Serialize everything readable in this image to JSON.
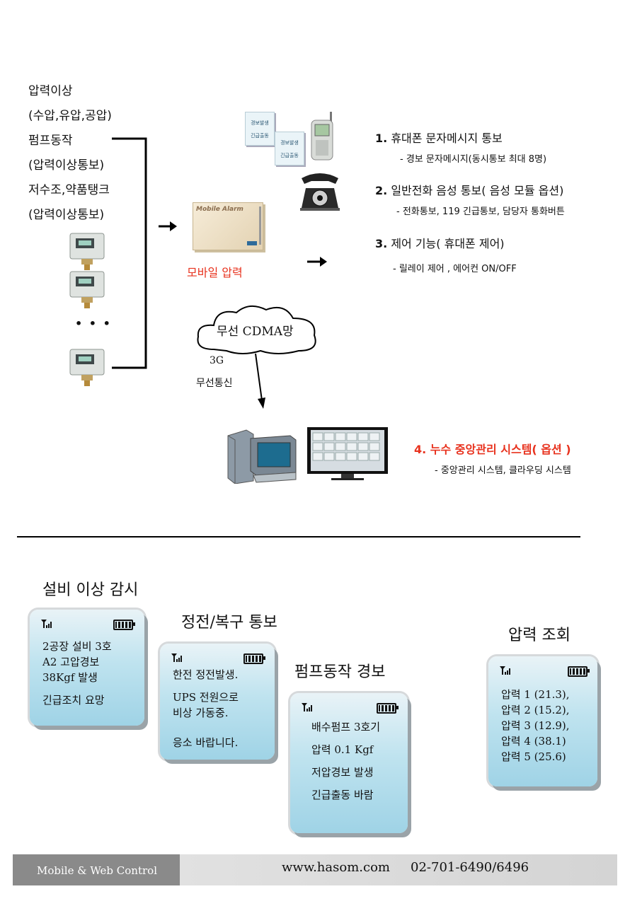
{
  "left_list": [
    "압력이상",
    "(수압,유압,공압)",
    "펌프동작",
    "(압력이상통보)",
    "저수조,약품탱크",
    "(압력이상통보)"
  ],
  "ellipsis": "• • •",
  "device_label": "Mobile Alarm",
  "device_caption": "모바일 압력",
  "card_label_top": "경보발생",
  "card_label_bottom": "긴급출동",
  "cloud_label": "무선 CDMA망",
  "wireless_label": [
    "3G",
    "무선통신"
  ],
  "features": [
    {
      "num": "1.",
      "title": "휴대폰 문자메시지  통보",
      "sub": "- 경보 문자메시지(동시통보 최대 8명)"
    },
    {
      "num": "2.",
      "title": "일반전화 음성 통보( 음성 모듈 옵션)",
      "sub": "- 전화통보, 119 긴급통보, 담당자 통화버튼"
    },
    {
      "num": "3.",
      "title": "제어 기능( 휴대폰 제어)",
      "sub": "- 릴레이 제어 , 에어컨 ON/OFF"
    }
  ],
  "central": {
    "num": "4.",
    "title": "누수 중앙관리 시스템( 옵션 )",
    "sub": "- 중앙관리 시스템, 클라우딩 시스템"
  },
  "phones": [
    {
      "title": "설비 이상 감시",
      "lines": [
        "2공장 설비 3호",
        "A2 고압경보",
        "38Kgf  발생",
        "",
        "긴급조치 요망"
      ]
    },
    {
      "title": "정전/복구 통보",
      "lines": [
        "한전 정전발생.",
        "",
        "UPS 전원으로",
        "비상 가동중.",
        "",
        "응소 바랍니다."
      ]
    },
    {
      "title": "펌프동작 경보",
      "lines": [
        "배수펌프 3호기",
        "",
        "압력 0.1 Kgf",
        "",
        "저압경보 발생",
        "",
        "긴급출동 바람"
      ]
    },
    {
      "title": "압력 조회",
      "lines": [
        "압력 1 (21.3),",
        "압력 2 (15.2),",
        "압력 3 (12.9),",
        "압력 4 (38.1)",
        "압력 5 (25.6)"
      ]
    }
  ],
  "footer": {
    "left": "Mobile & Web Control",
    "url": "www.hasom.com",
    "phone": "02-701-6490/6496"
  },
  "colors": {
    "accent_red": "#e8321e",
    "footer_dark": "#8a8a8a",
    "footer_light": "#d9d9d9"
  }
}
